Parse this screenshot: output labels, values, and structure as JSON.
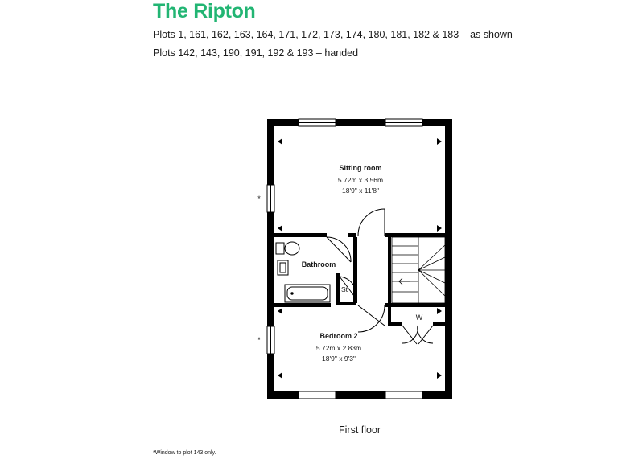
{
  "header": {
    "title": "The Ripton",
    "plots_as_shown": "Plots 1, 161, 162, 163, 164, 171, 172, 173, 174, 180, 181, 182 & 183 – as shown",
    "plots_handed": "Plots 142, 143, 190, 191, 192 & 193 – handed"
  },
  "rooms": {
    "sitting_room": {
      "name": "Sitting room",
      "metric": "5.72m x 3.56m",
      "imperial": "18'9\" x 11'8\""
    },
    "bathroom": {
      "name": "Bathroom"
    },
    "store": {
      "name": "St"
    },
    "wardrobe": {
      "name": "W"
    },
    "bedroom2": {
      "name": "Bedroom 2",
      "metric": "5.72m x 2.83m",
      "imperial": "18'9\" x 9'3\""
    }
  },
  "window_markers": [
    "*",
    "*"
  ],
  "floor_label": "First floor",
  "footnote": "*Window to plot 143 only.",
  "colors": {
    "title": "#22b573",
    "wall": "#000000"
  }
}
